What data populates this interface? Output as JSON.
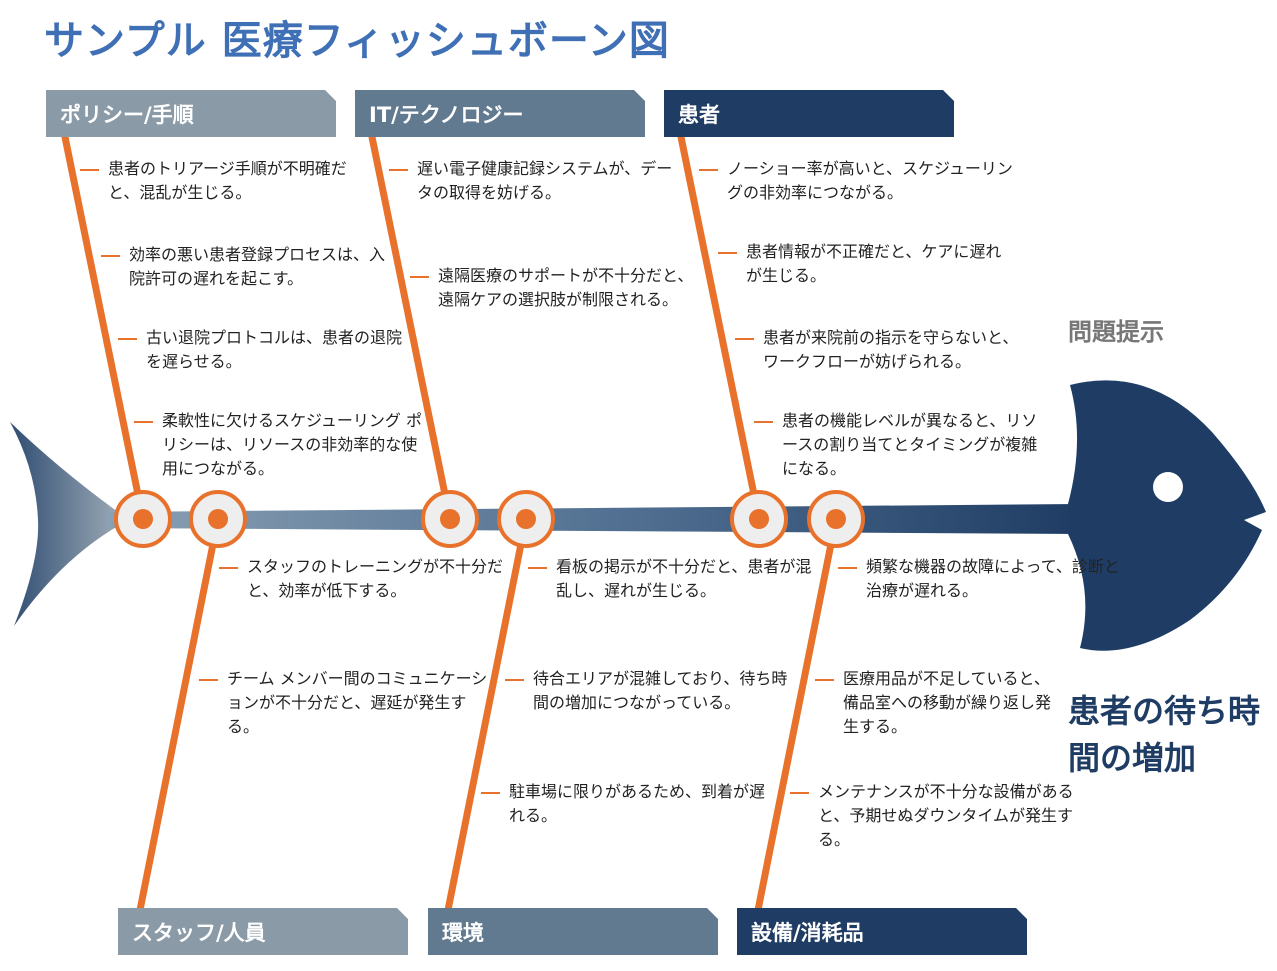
{
  "title": "サンプル 医療フィッシュボーン図",
  "problem_label": "問題提示",
  "problem": "患者の待ち時間の増加",
  "colors": {
    "accent": "#e8722c",
    "navy": "#1f3d64",
    "slate": "#627a8f",
    "gray": "#8a9aa7",
    "title": "#3f6fb5"
  },
  "categories": {
    "policy": {
      "label": "ポリシー/手順",
      "causes": [
        "患者のトリアージ手順が不明確だと、混乱が生じる。",
        "効率の悪い患者登録プロセスは、入院許可の遅れを起こす。",
        "古い退院プロトコルは、患者の退院を遅らせる。",
        "柔軟性に欠けるスケジューリング ポリシーは、リソースの非効率的な使用につながる。"
      ]
    },
    "it": {
      "label": "IT/テクノロジー",
      "causes": [
        "遅い電子健康記録システムが、データの取得を妨げる。",
        "遠隔医療のサポートが不十分だと、遠隔ケアの選択肢が制限される。"
      ]
    },
    "patient": {
      "label": "患者",
      "causes": [
        "ノーショー率が高いと、スケジューリングの非効率につながる。",
        "患者情報が不正確だと、ケアに遅れが生じる。",
        "患者が来院前の指示を守らないと、ワークフローが妨げられる。",
        "患者の機能レベルが異なると、リソースの割り当てとタイミングが複雑になる。"
      ]
    },
    "staff": {
      "label": "スタッフ/人員",
      "causes": [
        "スタッフのトレーニングが不十分だと、効率が低下する。",
        "チーム メンバー間のコミュニケーションが不十分だと、遅延が発生する。"
      ]
    },
    "environment": {
      "label": "環境",
      "causes": [
        "看板の掲示が不十分だと、患者が混乱し、遅れが生じる。",
        "待合エリアが混雑しており、待ち時間の増加につながっている。",
        "駐車場に限りがあるため、到着が遅れる。"
      ]
    },
    "equipment": {
      "label": "設備/消耗品",
      "causes": [
        "頻繁な機器の故障によって、診断と治療が遅れる。",
        "医療用品が不足していると、備品室への移動が繰り返し発生する。",
        "メンテナンスが不十分な設備があると、予期せぬダウンタイムが発生する。"
      ]
    }
  }
}
